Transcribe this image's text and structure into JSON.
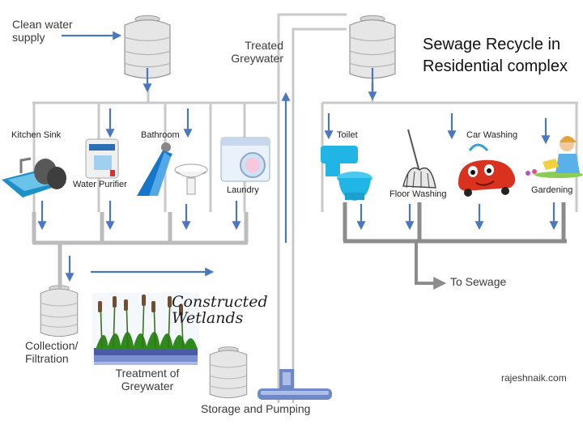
{
  "title": "Sewage Recycle in Residential complex",
  "labels": {
    "clean_water_supply": "Clean water supply",
    "treated_greywater": "Treated Greywater",
    "kitchen_sink": "Kitchen Sink",
    "bathroom": "Bathroom",
    "water_purifier": "Water Purifier",
    "laundry": "Laundry",
    "toilet": "Toilet",
    "car_washing": "Car Washing",
    "floor_washing": "Floor Washing",
    "gardening": "Gardening",
    "to_sewage": "To Sewage",
    "collection_filtration": "Collection/ Filtration",
    "constructed_wetlands": "Constructed Wetlands",
    "treatment_of_greywater": "Treatment of Greywater",
    "storage_and_pumping": "Storage and Pumping",
    "credit": "rajeshnaik.com"
  },
  "colors": {
    "arrow": "#4a78c0",
    "pipe": "#cccccc",
    "sewage_pipe": "#8c8c8c",
    "tank": "#e3e3e3"
  }
}
